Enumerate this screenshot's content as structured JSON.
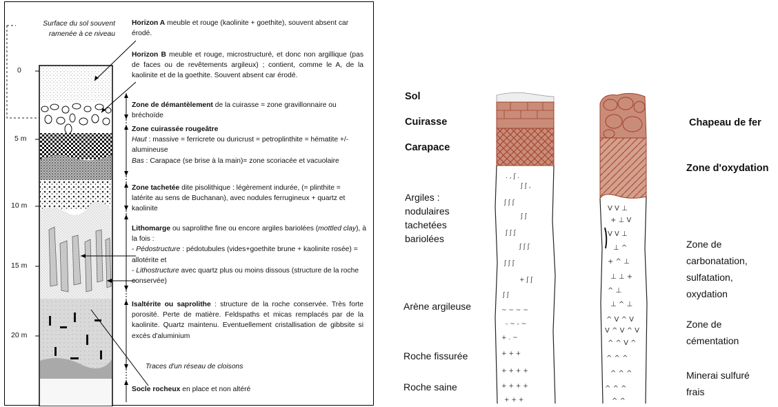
{
  "left_panel": {
    "surface_note": "Surface du sol souvent ramenée à ce niveau",
    "depth_labels": [
      "0",
      "5 m",
      "10 m",
      "15 m",
      "20 m"
    ],
    "traces_label": "Traces d'un réseau de cloisons",
    "horizons": {
      "a": {
        "title": "Horizon A",
        "text": " meuble et rouge (kaolinite + goethite), souvent absent car érodé."
      },
      "b": {
        "title": "Horizon B",
        "text": " meuble et rouge, microstructuré, et donc non argillique (pas de faces ou de revêtements argileux) ; contient, comme le A, de la kaolinite et de la goethite. Souvent absent car érodé."
      },
      "dismantling": {
        "title": "Zone de démantèlement",
        "text": " de la cuirasse = zone gravillonnaire ou bréchoïde"
      },
      "crust": {
        "title": "Zone cuirassée rougeâtre",
        "top_label": "Haut",
        "top_text": " : massive = ferricrete ou duricrust = petroplinthite = hématite +/- alumineuse",
        "bottom_label": "Bas",
        "bottom_text": " : Carapace (se brise à la main)= zone scoriacée et vacuolaire"
      },
      "mottled": {
        "title": "Zone tachetée",
        "text": " dite pisolithique : légèrement indurée, (= plinthite = latérite au sens de Buchanan), avec nodules ferrugineux + quartz et kaolinite"
      },
      "lithomarge": {
        "title": "Lithomarge",
        "text1": " ou saprolithe fine ou encore argiles bariolées (",
        "mottled_clay": "mottled clay",
        "text2": "), à la fois :",
        "pedo_label": "Pédostructure",
        "pedo_text": " : pédotubules (vides+goethite brune + kaolinite rosée) = allotérite  et",
        "litho_label": "Lithostructure",
        "litho_text": " avec quartz plus ou moins dissous (structure de la roche conservée)"
      },
      "isalterite": {
        "title": "Isaltérite ou saprolithe",
        "text": " : structure de la roche conservée. Très forte porosité. Perte de matière. Feldspaths et micas remplacés par de la kaolinite. Quartz maintenu. Eventuellement cristallisation de gibbsite si excès d'aluminium"
      },
      "bedrock": {
        "title": "Socle rocheux",
        "text": " en place et non altéré"
      }
    }
  },
  "right_panel": {
    "left_labels": {
      "sol": "Sol",
      "cuirasse": "Cuirasse",
      "carapace": "Carapace",
      "argiles": "Argiles :",
      "argiles_sub": [
        "nodulaires",
        "tachetées",
        "bariolées"
      ],
      "arene": "Arène argileuse",
      "fissuree": "Roche fissurée",
      "saine": "Roche saine"
    },
    "right_labels": {
      "chapeau": "Chapeau de fer",
      "oxydation": "Zone d'oxydation",
      "carbonatation": [
        "Zone de",
        "carbonatation,",
        "sulfatation,",
        "oxydation"
      ],
      "cementation": [
        "Zone de",
        "cémentation"
      ],
      "minerai": [
        "Minerai sulfuré",
        "frais"
      ]
    },
    "colors": {
      "crust_fill": "#c98c78",
      "crust_hatch": "#a0402c"
    }
  }
}
